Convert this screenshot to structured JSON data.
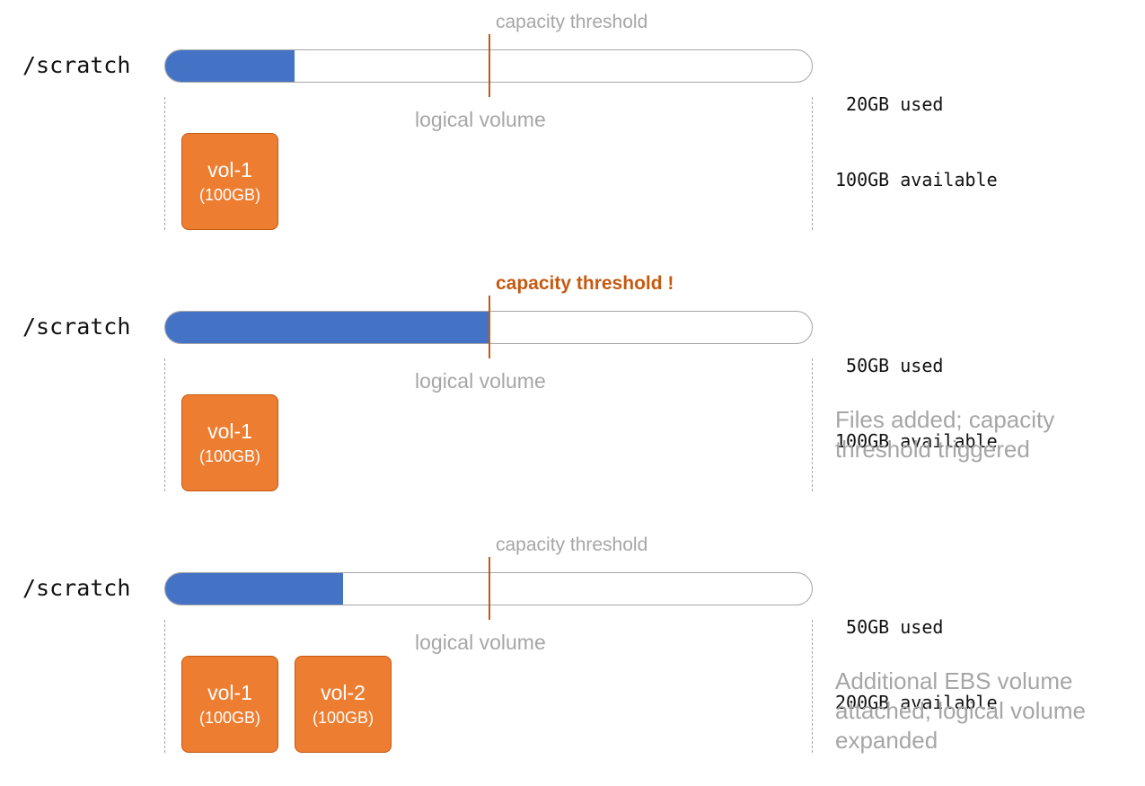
{
  "panels": [
    {
      "mount": "/scratch",
      "threshold_label": "capacity threshold",
      "threshold_alert": false,
      "used_fraction": 0.2,
      "usage": {
        "used": " 20GB used",
        "available": "100GB available"
      },
      "logical_volume_label": "logical volume",
      "volumes": [
        {
          "name": "vol-1",
          "size": "(100GB)"
        }
      ],
      "note": ""
    },
    {
      "mount": "/scratch",
      "threshold_label": "capacity threshold !",
      "threshold_alert": true,
      "used_fraction": 0.5,
      "usage": {
        "used": " 50GB used",
        "available": "100GB available"
      },
      "logical_volume_label": "logical volume",
      "volumes": [
        {
          "name": "vol-1",
          "size": "(100GB)"
        }
      ],
      "note": "Files added; capacity threshold triggered"
    },
    {
      "mount": "/scratch",
      "threshold_label": "capacity threshold",
      "threshold_alert": false,
      "used_fraction": 0.275,
      "usage": {
        "used": " 50GB used",
        "available": "200GB available"
      },
      "logical_volume_label": "logical volume",
      "volumes": [
        {
          "name": "vol-1",
          "size": "(100GB)"
        },
        {
          "name": "vol-2",
          "size": "(100GB)"
        }
      ],
      "note": "Additional EBS volume attached; logical volume expanded"
    }
  ],
  "colors": {
    "used_fill": "#4472c4",
    "threshold": "#c55a11",
    "volume_fill": "#ed7d31",
    "muted_text": "#a6a6a6"
  }
}
